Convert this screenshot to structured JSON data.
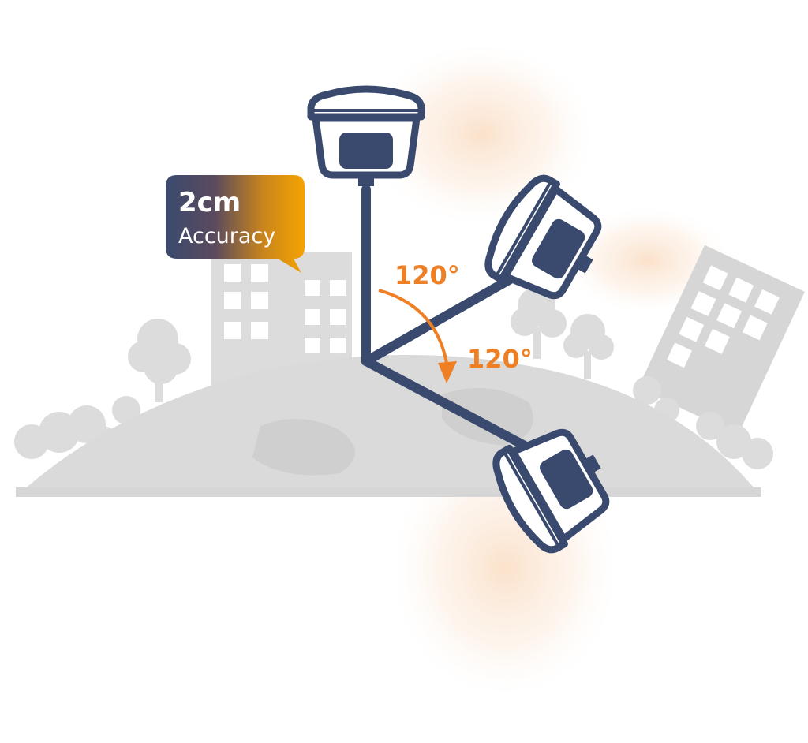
{
  "callout": {
    "value": "2cm",
    "label": "Accuracy"
  },
  "angles": {
    "upper": "120°",
    "lower": "120°"
  },
  "colors": {
    "receiver": "#3a4a6e",
    "accent_orange": "#ee7f24",
    "callout_gradient_start": "#3a4a6e",
    "callout_gradient_end": "#f5a300",
    "city_gray": "#d9d9d9"
  },
  "icons": {
    "receiver": "gnss-receiver-icon",
    "arrow": "curved-arrow-icon"
  }
}
